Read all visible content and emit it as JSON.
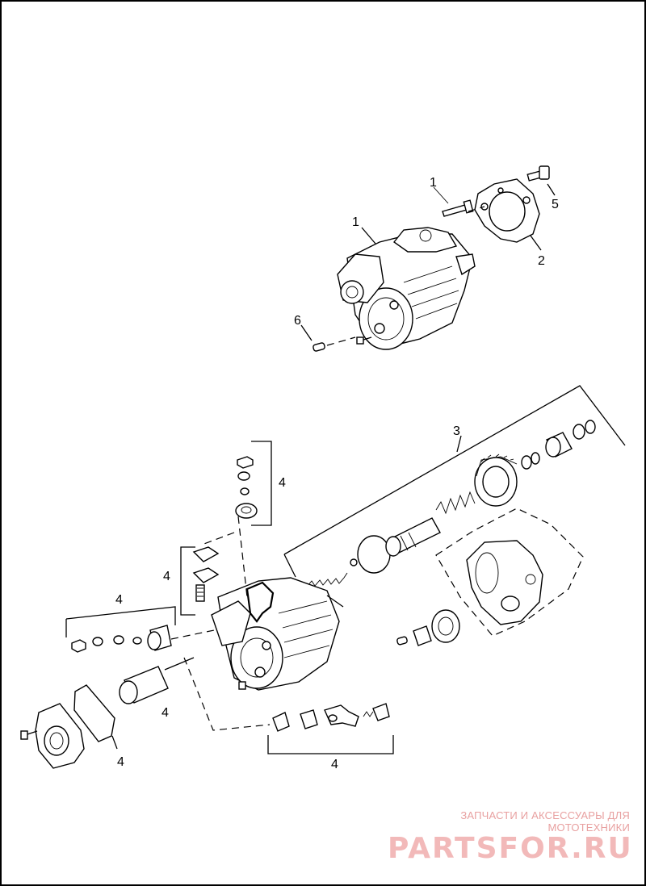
{
  "diagram": {
    "callouts": {
      "c1a": "1",
      "c1b": "1",
      "c2": "2",
      "c3": "3",
      "c4a": "4",
      "c4b": "4",
      "c4c": "4",
      "c4d": "4",
      "c4e": "4",
      "c4f": "4",
      "c5": "5",
      "c6": "6"
    }
  },
  "watermark": {
    "subtitle": "ЗАПЧАСТИ И АКСЕССУАРЫ ДЛЯ МОТОТЕХНИКИ",
    "brand": "PARTSFOR.RU",
    "color": "#f2b9b9"
  }
}
